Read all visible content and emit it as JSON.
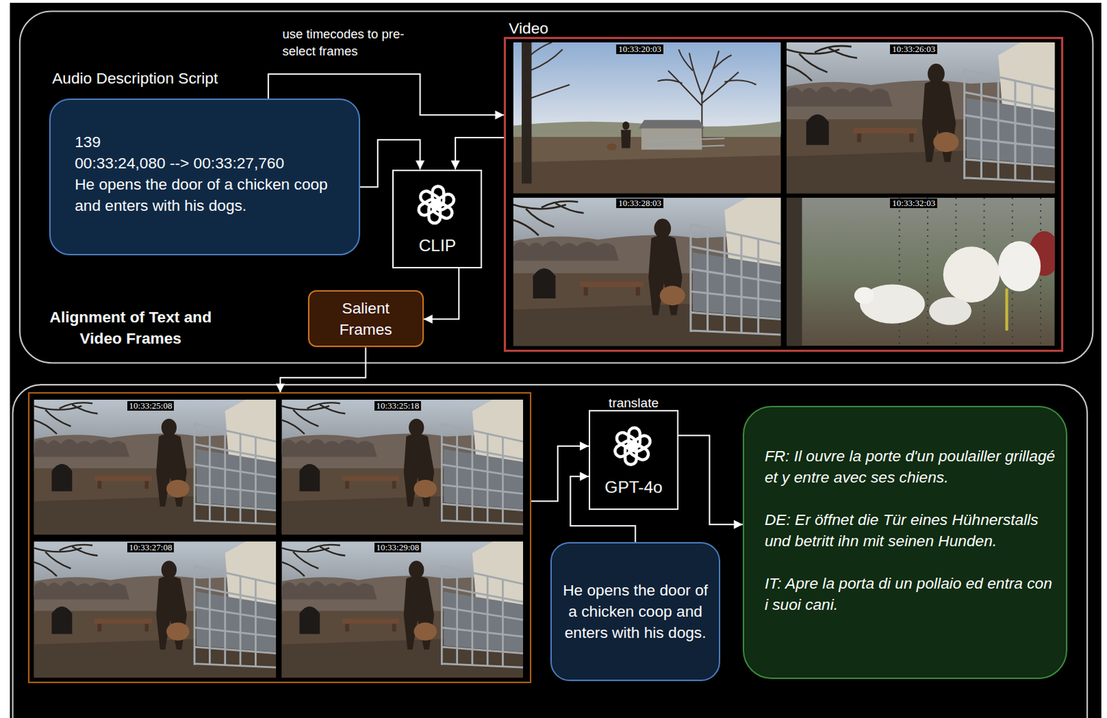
{
  "diagram": {
    "nodes": [
      {
        "text": [
          "Audio Description Script",
          "139",
          "00:33:24,080 --> 00:33:27,760",
          "He opens the door of a chicken coop and enters with his dogs."
        ]
      },
      {
        "text": [
          "CLIP"
        ]
      },
      {
        "text": [
          "Video",
          "10:33:20:03",
          "10:33:26:03",
          "10:33:28:03",
          "10:33:32:03"
        ]
      },
      {
        "text": [
          "Salient Frames"
        ]
      },
      {
        "text": [
          "10:33:25:08",
          "10:33:25:18",
          "10:33:27:08",
          "10:33:29:08"
        ]
      },
      {
        "text": [
          "translate",
          "GPT-4o"
        ]
      },
      {
        "text": [
          "He opens the door of a chicken coop and enters with his dogs."
        ]
      },
      {
        "text": [
          "FR: Il ouvre la porte d'un poulailler grillagé et y entre avec ses chiens.",
          "DE: Er öffnet die Tür eines Hühnerstalls und betritt ihn mit seinen Hunden.",
          "IT: Apre la porta di un pollaio ed entra con i suoi cani."
        ]
      }
    ],
    "edges": [
      {
        "from": 0,
        "to": 2,
        "label": "use timecodes to pre-select frames",
        "arrow": "to"
      },
      {
        "from": 0,
        "to": 1,
        "arrow": "to"
      },
      {
        "from": 2,
        "to": 1,
        "arrow": "to"
      },
      {
        "from": 1,
        "to": 3,
        "arrow": "to"
      },
      {
        "from": 3,
        "to": 4,
        "arrow": "to"
      },
      {
        "from": 4,
        "to": 5,
        "arrow": "to"
      },
      {
        "from": 6,
        "to": 5,
        "arrow": "to"
      },
      {
        "from": 5,
        "to": 7,
        "arrow": "to"
      }
    ],
    "labels": [
      "Alignment of Text and Video Frames"
    ]
  }
}
